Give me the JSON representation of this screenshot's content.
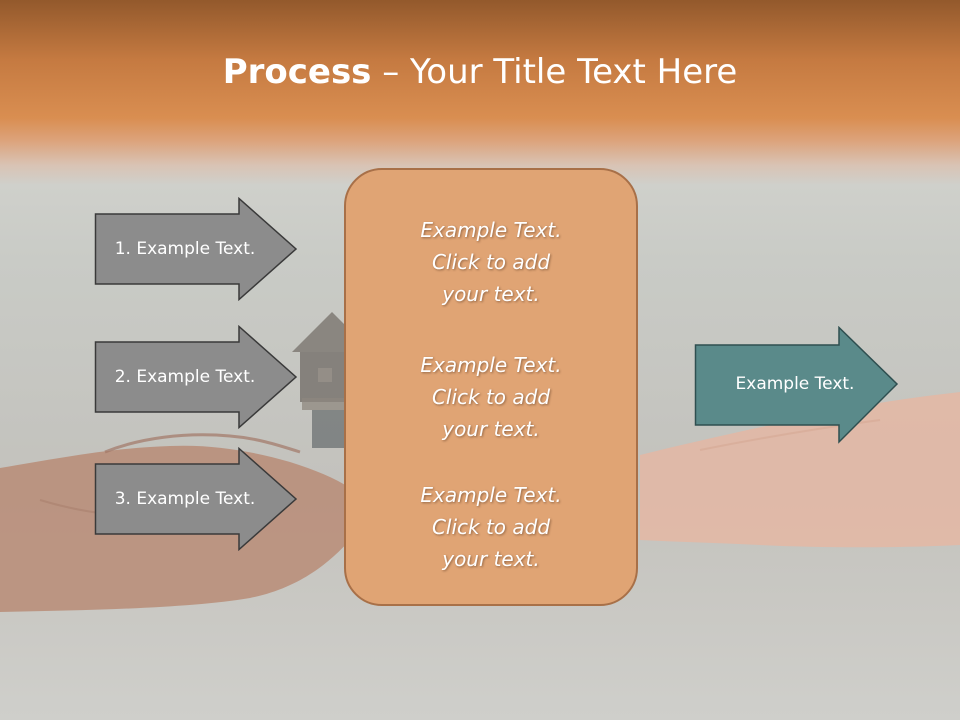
{
  "slide": {
    "title_bold": "Process",
    "title_rest": " – Your Title Text Here"
  },
  "left_arrows": [
    {
      "label": "1. Example Text."
    },
    {
      "label": "2. Example Text."
    },
    {
      "label": "3. Example Text."
    }
  ],
  "center_box": {
    "blocks": [
      {
        "text": "Example Text.\nClick  to add\nyour text."
      },
      {
        "text": "Example Text.\nClick  to add\nyour text."
      },
      {
        "text": "Example Text.\nClick  to add\nyour text."
      }
    ]
  },
  "right_arrow": {
    "label": "Example Text."
  },
  "colors": {
    "left_arrow_fill": "#8c8c8c",
    "right_arrow_fill": "#5a8a8a",
    "center_box_fill": "#e0a474",
    "title_band": "#d98e51"
  }
}
